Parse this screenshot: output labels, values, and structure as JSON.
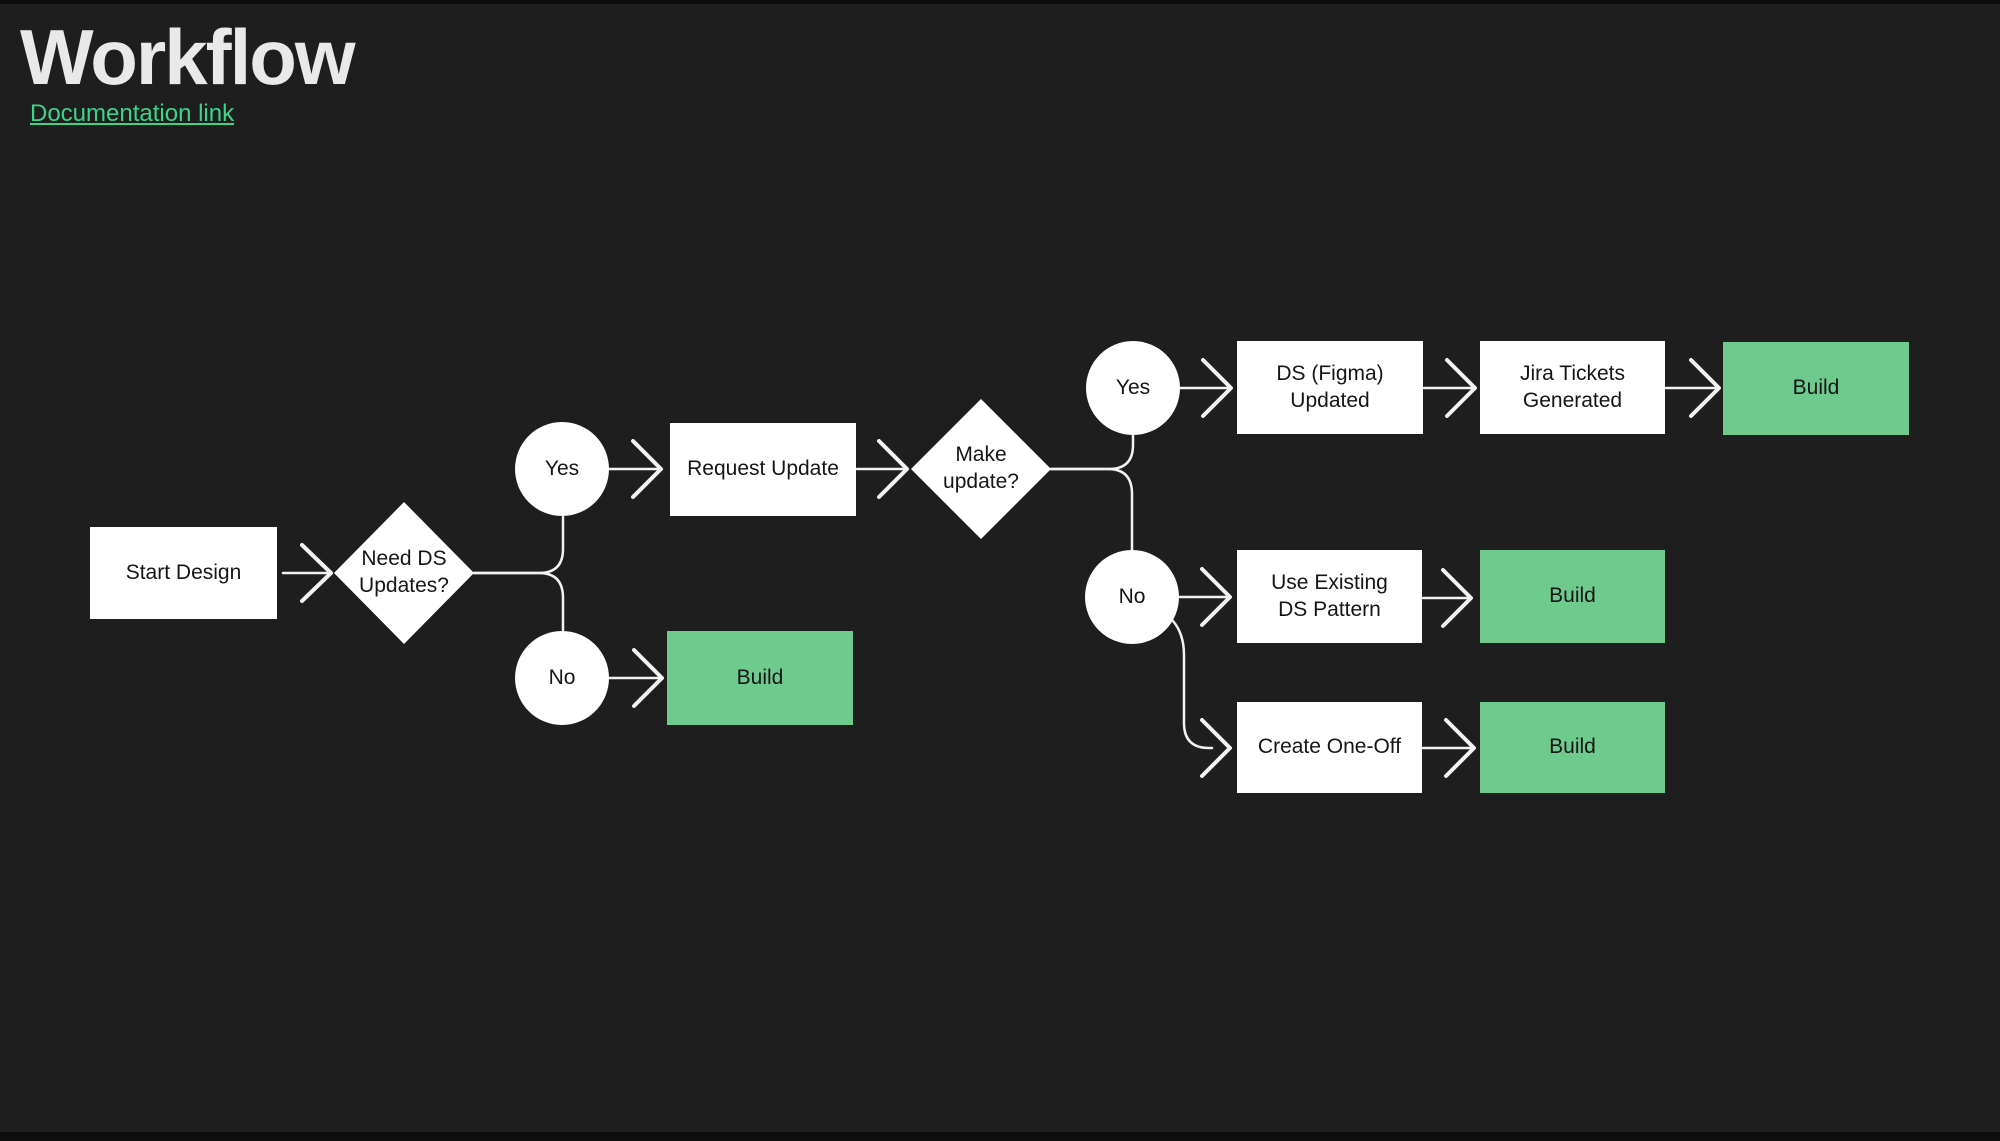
{
  "page": {
    "title": "Workflow",
    "doc_link_label": "Documentation link"
  },
  "colors": {
    "background": "#1e1e1e",
    "edge_bar": "#0e0e0e",
    "title_text": "#e9e9e9",
    "link_green": "#3bd488",
    "node_white": "#ffffff",
    "node_green": "#6fca8e",
    "node_text": "#151515",
    "connector": "#f2f2f2"
  },
  "nodes": {
    "start": {
      "kind": "rect",
      "variant": "white",
      "label": "Start Design"
    },
    "need_ds": {
      "kind": "diamond",
      "variant": "white",
      "label": "Need DS\nUpdates?"
    },
    "yes1": {
      "kind": "circle",
      "variant": "white",
      "label": "Yes"
    },
    "no1": {
      "kind": "circle",
      "variant": "white",
      "label": "No"
    },
    "request_update": {
      "kind": "rect",
      "variant": "white",
      "label": "Request Update"
    },
    "build1": {
      "kind": "rect",
      "variant": "green",
      "label": "Build"
    },
    "make_update": {
      "kind": "diamond",
      "variant": "white",
      "label": "Make\nupdate?"
    },
    "yes2": {
      "kind": "circle",
      "variant": "white",
      "label": "Yes"
    },
    "no2": {
      "kind": "circle",
      "variant": "white",
      "label": "No"
    },
    "ds_figma": {
      "kind": "rect",
      "variant": "white",
      "label": "DS (Figma)\nUpdated"
    },
    "jira": {
      "kind": "rect",
      "variant": "white",
      "label": "Jira Tickets\nGenerated"
    },
    "build2": {
      "kind": "rect",
      "variant": "green",
      "label": "Build"
    },
    "use_existing": {
      "kind": "rect",
      "variant": "white",
      "label": "Use Existing\nDS Pattern"
    },
    "build3": {
      "kind": "rect",
      "variant": "green",
      "label": "Build"
    },
    "create_one_off": {
      "kind": "rect",
      "variant": "white",
      "label": "Create One-Off"
    },
    "build4": {
      "kind": "rect",
      "variant": "green",
      "label": "Build"
    }
  },
  "edges": [
    {
      "from": "start",
      "to": "need_ds"
    },
    {
      "from": "need_ds",
      "to": "yes1"
    },
    {
      "from": "need_ds",
      "to": "no1"
    },
    {
      "from": "yes1",
      "to": "request_update"
    },
    {
      "from": "request_update",
      "to": "make_update"
    },
    {
      "from": "no1",
      "to": "build1"
    },
    {
      "from": "make_update",
      "to": "yes2"
    },
    {
      "from": "make_update",
      "to": "no2"
    },
    {
      "from": "yes2",
      "to": "ds_figma"
    },
    {
      "from": "ds_figma",
      "to": "jira"
    },
    {
      "from": "jira",
      "to": "build2"
    },
    {
      "from": "no2",
      "to": "use_existing"
    },
    {
      "from": "use_existing",
      "to": "build3"
    },
    {
      "from": "no2",
      "to": "create_one_off"
    },
    {
      "from": "create_one_off",
      "to": "build4"
    }
  ]
}
